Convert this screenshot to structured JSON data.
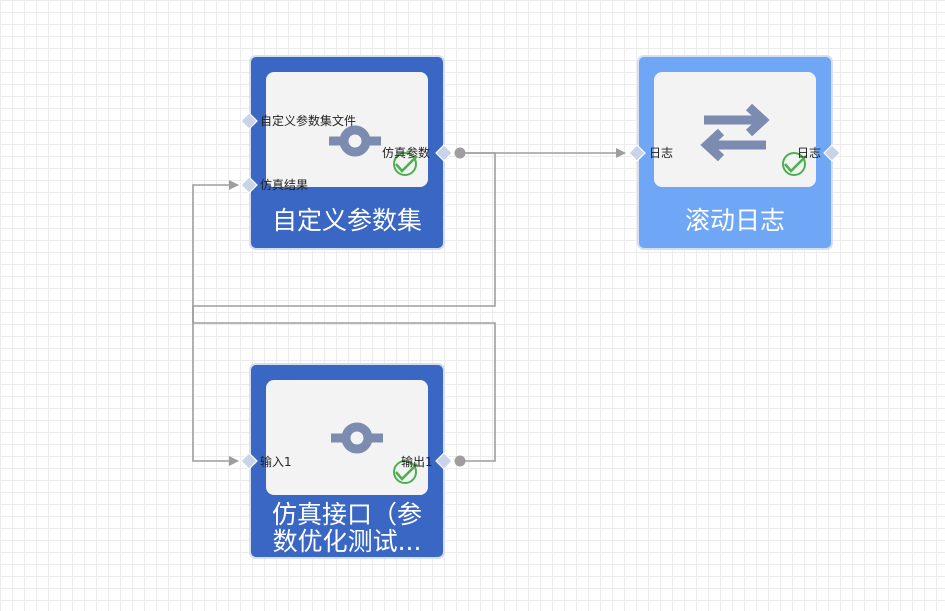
{
  "nodes": {
    "custom_params": {
      "title": "自定义参数集",
      "ports": {
        "in_file": "自定义参数集文件",
        "in_result": "仿真结果",
        "out_params": "仿真参数"
      },
      "icon": "valve-icon",
      "status_icon": "check-circle-icon"
    },
    "rolling_log": {
      "title": "滚动日志",
      "ports": {
        "in_log": "日志",
        "out_log": "日志"
      },
      "icon": "swap-arrows-icon",
      "status_icon": "check-circle-icon"
    },
    "sim_interface": {
      "title_line1": "仿真接口（参",
      "title_line2": "数优化测试...",
      "ports": {
        "in1": "输入1",
        "out1": "输出1"
      },
      "icon": "valve-icon",
      "status_icon": "check-circle-icon"
    }
  },
  "colors": {
    "node_dark": "#3a67c4",
    "node_light": "#6fa6f5",
    "icon": "#7c8bb0",
    "check": "#4caf50",
    "connector": "#9e9e9e",
    "port": "#c9d3ea"
  }
}
